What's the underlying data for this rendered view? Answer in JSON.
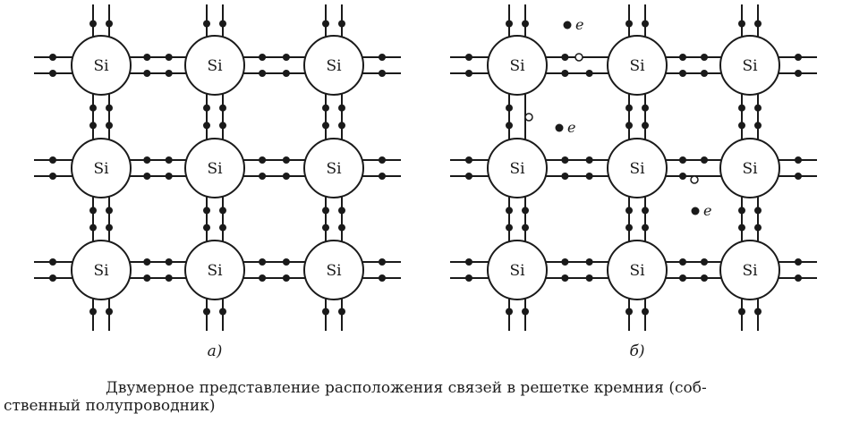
{
  "atom_label": "Si",
  "electron_label": "e",
  "panels": [
    {
      "label": "а)"
    },
    {
      "label": "б)"
    }
  ],
  "caption_line1": "Двумерное представление расположения связей в решетке кремния (соб-",
  "caption_line2": "ственный полупроводник)",
  "colors": {
    "ink": "#1a1a1a",
    "background": "#ffffff"
  }
}
